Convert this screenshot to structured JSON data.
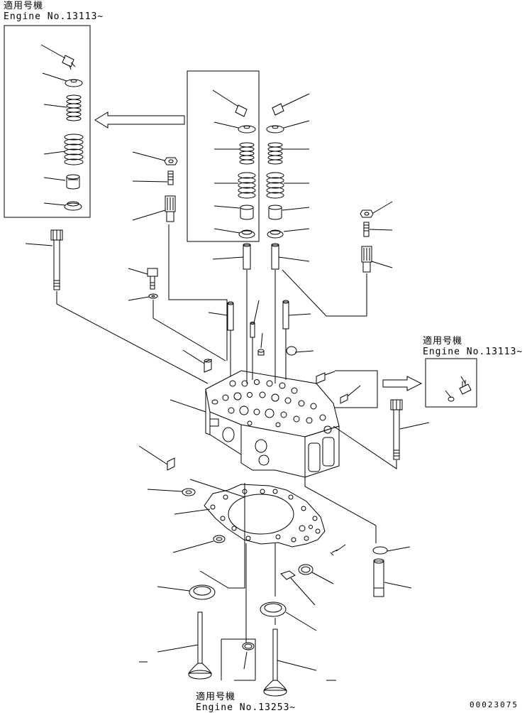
{
  "notes": {
    "topleft": {
      "line1": "適用号機",
      "line2": "Engine No.13113~"
    },
    "right": {
      "line1": "適用号機",
      "line2": "Engine No.13113~"
    },
    "bottom": {
      "line1": "適用号機",
      "line2": "Engine No.13253~"
    }
  },
  "drawing_number": "00023075"
}
